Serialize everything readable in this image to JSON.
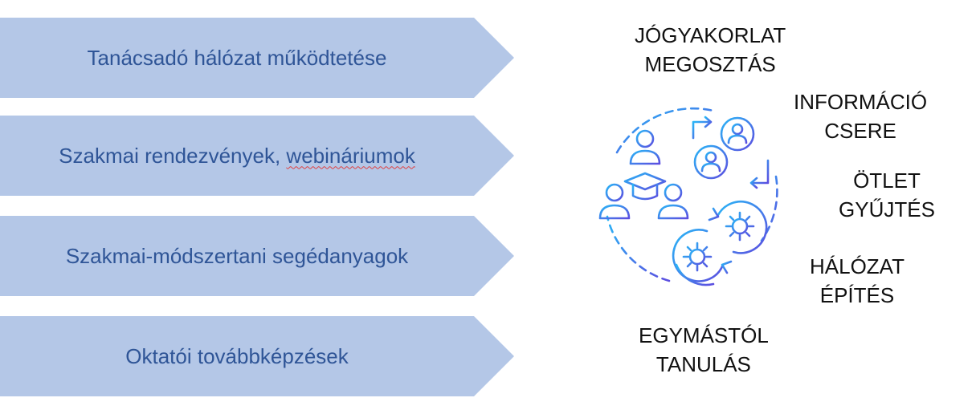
{
  "arrows": [
    {
      "label": "Tanácsadó hálózat működtetése"
    },
    {
      "label_a": "Szakmai rendezvények, ",
      "label_b": "webináriumok"
    },
    {
      "label": "Szakmai-módszertani segédanyagok"
    },
    {
      "label": "Oktatói továbbképzések"
    }
  ],
  "keywords": [
    {
      "line1": "JÓGYAKORLAT",
      "line2": "MEGOSZTÁS"
    },
    {
      "line1": "INFORMÁCIÓ",
      "line2": "CSERE"
    },
    {
      "line1": "ÖTLET",
      "line2": "GYŰJTÉS"
    },
    {
      "line1": "HÁLÓZAT",
      "line2": "ÉPÍTÉS"
    },
    {
      "line1": "EGYMÁSTÓL",
      "line2": "TANULÁS"
    }
  ],
  "colors": {
    "arrow_fill": "#b4c7e7",
    "arrow_text": "#2f5597",
    "icon_gradient_start": "#29b6f6",
    "icon_gradient_end": "#5c4de0"
  },
  "icons": [
    "people-icon",
    "graduation-cap-icon",
    "user-exchange-icon",
    "gears-cycle-icon"
  ]
}
